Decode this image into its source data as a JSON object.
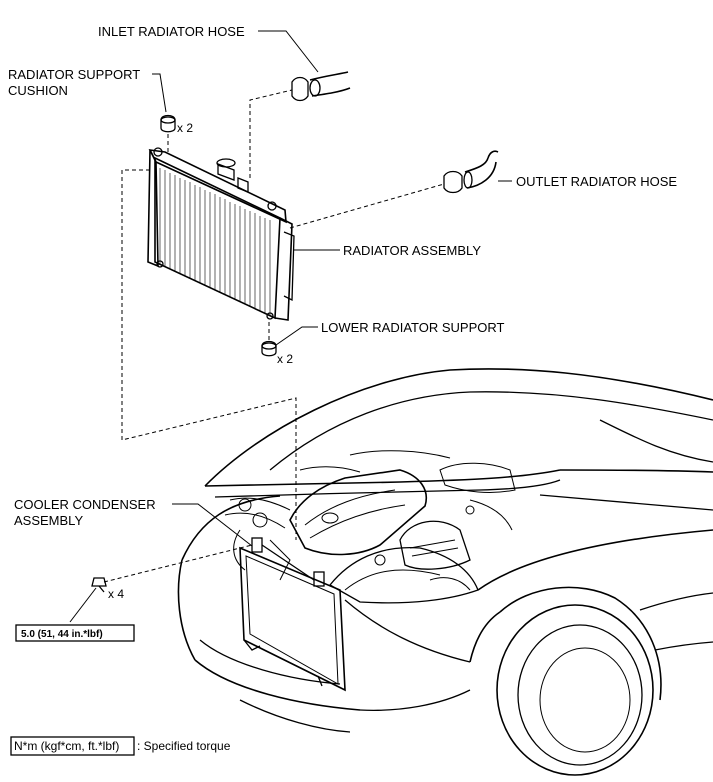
{
  "labels": {
    "inlet_hose": "INLET RADIATOR HOSE",
    "support_cushion_line1": "RADIATOR SUPPORT",
    "support_cushion_line2": "CUSHION",
    "support_cushion_qty": "x 2",
    "outlet_hose": "OUTLET RADIATOR HOSE",
    "radiator_assembly": "RADIATOR ASSEMBLY",
    "lower_support": "LOWER RADIATOR SUPPORT",
    "lower_support_qty": "x 2",
    "condenser_line1": "COOLER CONDENSER",
    "condenser_line2": "ASSEMBLY",
    "bolt_qty": "x 4",
    "torque_value": "5.0 (51, 44 in.*lbf)"
  },
  "legend": {
    "unit_box": "N*m (kgf*cm, ft.*lbf)",
    "description": ": Specified torque"
  }
}
